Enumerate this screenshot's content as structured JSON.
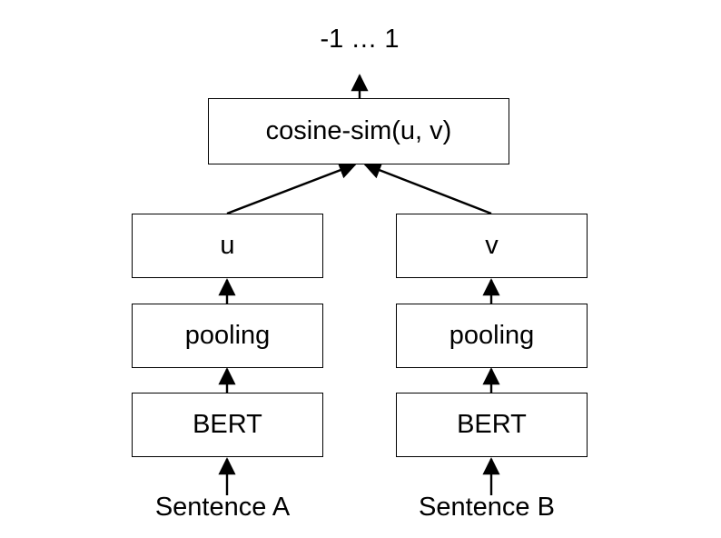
{
  "output_range": "-1 … 1",
  "similarity_box": "cosine-sim(u, v)",
  "left_branch": {
    "embedding": "u",
    "pooling": "pooling",
    "encoder": "BERT",
    "input": "Sentence A"
  },
  "right_branch": {
    "embedding": "v",
    "pooling": "pooling",
    "encoder": "BERT",
    "input": "Sentence B"
  }
}
